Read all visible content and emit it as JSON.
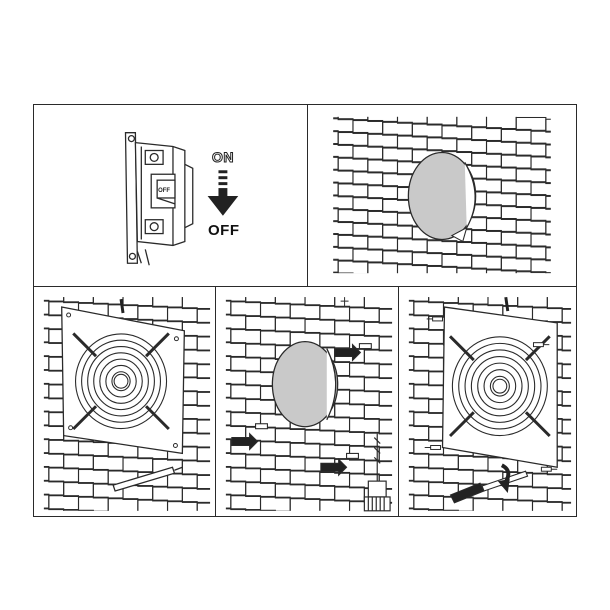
{
  "steps": {
    "switch_on_label": "ON",
    "switch_off_label": "OFF",
    "breaker_label": "OFF"
  },
  "icons": {
    "step1": [
      "circuit-breaker-icon",
      "down-arrow-icon"
    ],
    "step2": [
      "brick-wall-icon",
      "wall-opening-icon"
    ],
    "step3": [
      "axial-fan-icon",
      "screwdriver-icon"
    ],
    "step4": [
      "wall-plug-icon",
      "drill-icon"
    ],
    "step5": [
      "axial-fan-icon",
      "screwdriver-icon",
      "rotation-arrow-icon"
    ]
  },
  "colors": {
    "line": "#2a2a2a",
    "opening_fill": "#c9c9c9"
  }
}
